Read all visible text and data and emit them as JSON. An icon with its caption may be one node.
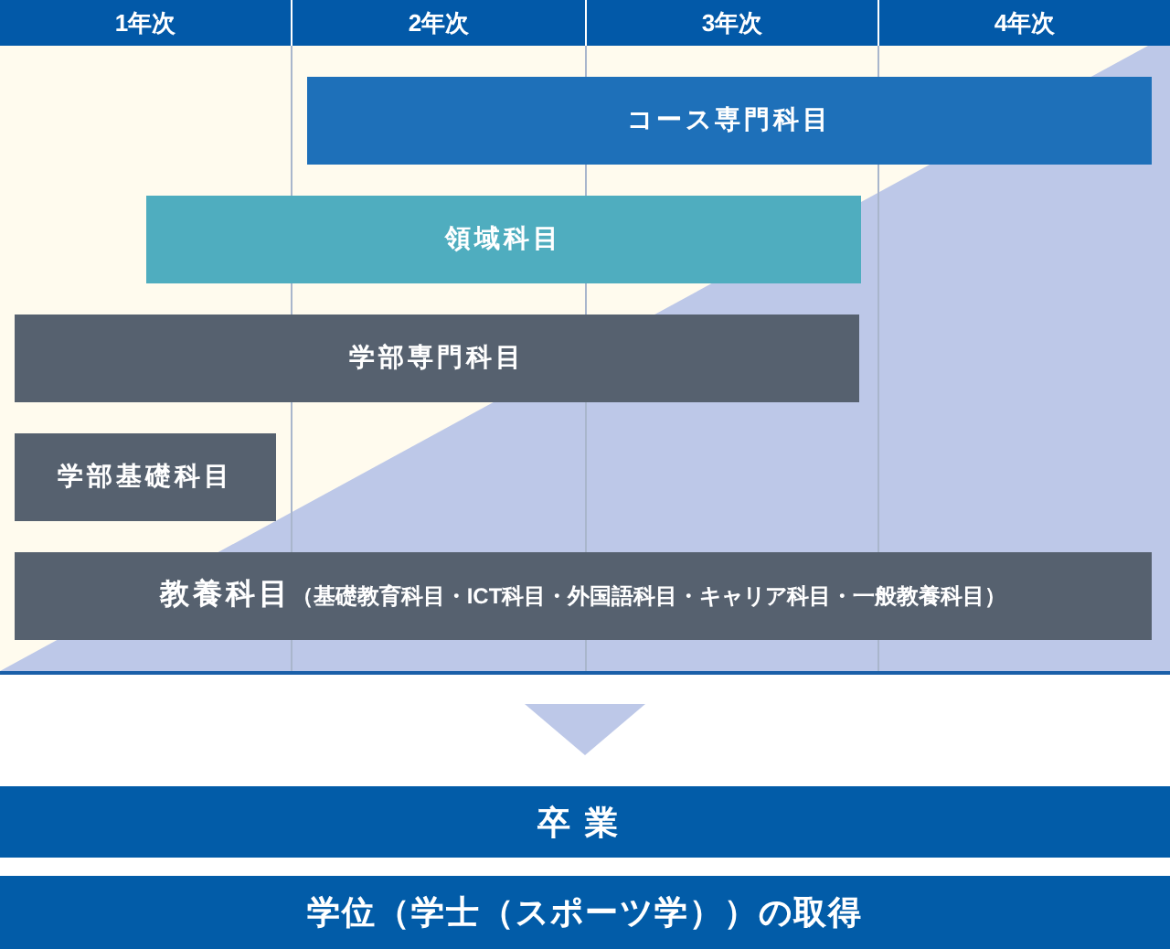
{
  "diagram": {
    "nodes": [
      {
        "text": [
          "1年次"
        ]
      },
      {
        "text": [
          "2年次"
        ]
      },
      {
        "text": [
          "3年次"
        ]
      },
      {
        "text": [
          "4年次"
        ]
      },
      {
        "text": [],
        "shape": "box"
      },
      {
        "text": [
          "コース専門科目"
        ],
        "in": 4
      },
      {
        "text": [
          "領域科目"
        ],
        "in": 4
      },
      {
        "text": [
          "学部専門科目"
        ],
        "in": 4
      },
      {
        "text": [
          "学部基礎科目"
        ],
        "in": 4
      },
      {
        "text": [
          "教養科目",
          "（基礎教育科目・ICT科目・外国語科目・キャリア科目・一般教養科目）"
        ],
        "in": 4
      },
      {
        "text": [
          "卒業"
        ]
      },
      {
        "text": [
          "学位（学士（スポーツ学））の取得"
        ]
      }
    ],
    "edges": [
      {
        "from": 4,
        "to": 10,
        "arrow": "to"
      }
    ]
  }
}
